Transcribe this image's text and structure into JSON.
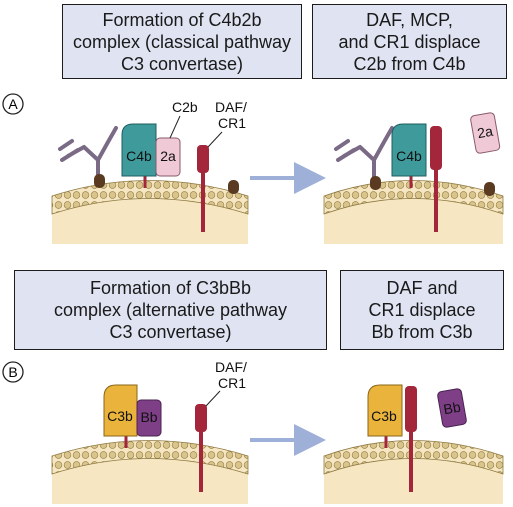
{
  "panel_a": {
    "marker": "A",
    "caption_left": "Formation of C4b2b\ncomplex (classical pathway\nC3 convertase)",
    "caption_right": "DAF, MCP,\nand CR1 displace\nC2b from C4b",
    "labels": {
      "c2b_callout": "C2b",
      "daf_callout_line1": "DAF/",
      "daf_callout_line2": "CR1",
      "c4b": "C4b",
      "c2a": "2a",
      "c4b_after": "C4b",
      "c2a_free": "2a"
    }
  },
  "panel_b": {
    "marker": "B",
    "caption_left": "Formation of C3bBb\ncomplex (alternative pathway\nC3 convertase)",
    "caption_right": "DAF and\nCR1 displace\nBb from C3b",
    "labels": {
      "daf_callout_line1": "DAF/",
      "daf_callout_line2": "CR1",
      "c3b": "C3b",
      "bb": "Bb",
      "c3b_after": "C3b",
      "bb_free": "Bb"
    }
  },
  "colors": {
    "caption_bg": "#dfe3f2",
    "membrane_fill": "#f6e7c2",
    "lipid_head": "#d9c58c",
    "c4b": "#3f9b9b",
    "c2a": "#f0c9d7",
    "c3b": "#e9b33c",
    "bb": "#7e3f87",
    "daf": "#a3263a",
    "antibody": "#7a6a86",
    "anchor": "#5a3a20",
    "arrow": "#9fb0d8"
  },
  "icons": [
    "membrane-icon",
    "antibody-icon",
    "anchor-icon",
    "arrow-icon"
  ]
}
